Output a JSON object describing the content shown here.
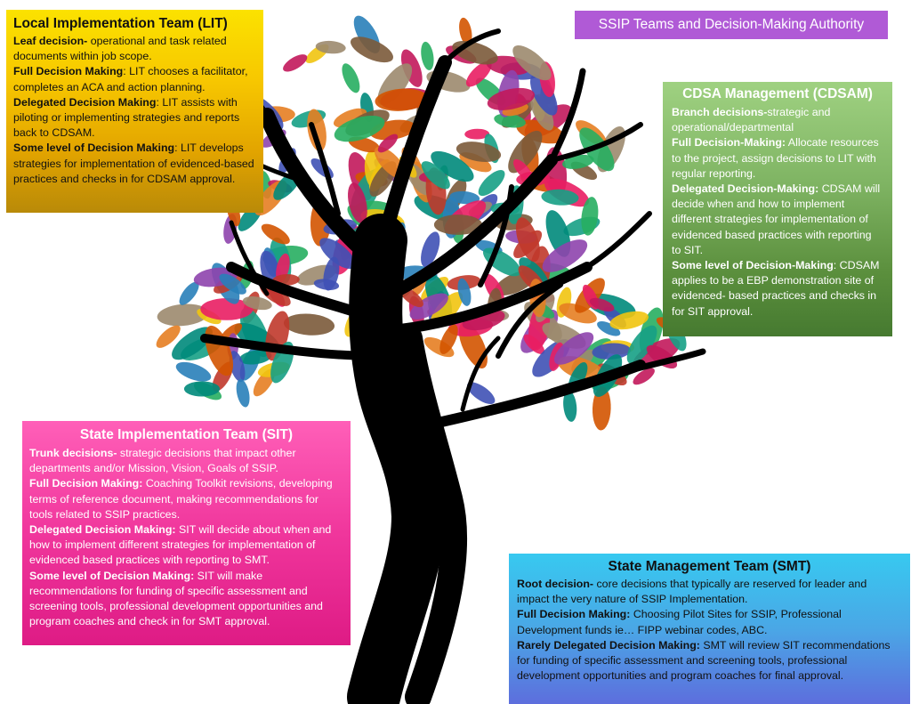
{
  "banner": {
    "title": "SSIP Teams and Decision-Making Authority"
  },
  "lit": {
    "title": "Local Implementation Team (LIT)",
    "items": [
      {
        "label": "Leaf decision-",
        "text": " operational and task related documents within job scope."
      },
      {
        "label": "Full Decision Making",
        "text": ": LIT chooses a facilitator, completes an ACA and action planning."
      },
      {
        "label": "Delegated Decision Making",
        "text": ":  LIT assists with piloting or implementing strategies and reports back to CDSAM."
      },
      {
        "label": "Some level of Decision Making",
        "text": ":  LIT develops strategies for implementation of evidenced-based practices and checks in for CDSAM approval."
      }
    ]
  },
  "cdsam": {
    "title": "CDSA Management (CDSAM)",
    "items": [
      {
        "label": "Branch decisions-",
        "text": "strategic and operational/departmental"
      },
      {
        "label": "Full Decision-Making:",
        "text": "  Allocate resources to the project, assign decisions to LIT with regular reporting."
      },
      {
        "label": "Delegated Decision-Making:",
        "text": "  CDSAM will decide when and how to implement different strategies for implementation of evidenced based practices with reporting to SIT."
      },
      {
        "label": "Some level of Decision-Making",
        "text": ":  CDSAM applies to be a EBP demonstration site of evidenced- based practices and checks in for SIT approval."
      }
    ]
  },
  "sit": {
    "title": "State Implementation Team (SIT)",
    "items": [
      {
        "label": "Trunk decisions-",
        "text": " strategic decisions that impact other departments and/or Mission, Vision, Goals of SSIP."
      },
      {
        "label": "Full Decision Making:",
        "text": "  Coaching Toolkit revisions, developing terms of reference document, making recommendations  for tools related to SSIP practices."
      },
      {
        "label": "Delegated Decision Making:",
        "text": "  SIT will decide about when and how to implement different strategies for implementation of evidenced based practices with reporting to SMT."
      },
      {
        "label": "Some level of Decision Making:",
        "text": "  SIT will make recommendations for funding of specific assessment and screening tools, professional development opportunities and program coaches and check in for SMT approval."
      }
    ]
  },
  "smt": {
    "title": "State Management Team (SMT)",
    "items": [
      {
        "label": "Root decision-",
        "text": " core decisions that typically are reserved for leader and impact the very nature of SSIP Implementation."
      },
      {
        "label": "Full Decision Making:",
        "text": "  Choosing Pilot Sites for SSIP, Professional Development funds ie… FIPP webinar codes, ABC."
      },
      {
        "label": "Rarely Delegated Decision Making:",
        "text": "  SMT will review SIT recommendations for funding of specific assessment and screening tools, professional development opportunities and program coaches for final approval."
      }
    ]
  },
  "colors": {
    "lit": "#f7c700",
    "banner": "#b05ad6",
    "cdsam": "#7fb463",
    "sit": "#f0369c",
    "smt": "#4aa7e6",
    "trunk": "#000000",
    "leaves": [
      "#c0392b",
      "#e67e22",
      "#f1c40f",
      "#27ae60",
      "#2980b9",
      "#8e44ad",
      "#d35400",
      "#16a085",
      "#c2185b",
      "#7b5a3a",
      "#9c8a6e",
      "#e91e63",
      "#3f51b5",
      "#00897b"
    ]
  }
}
